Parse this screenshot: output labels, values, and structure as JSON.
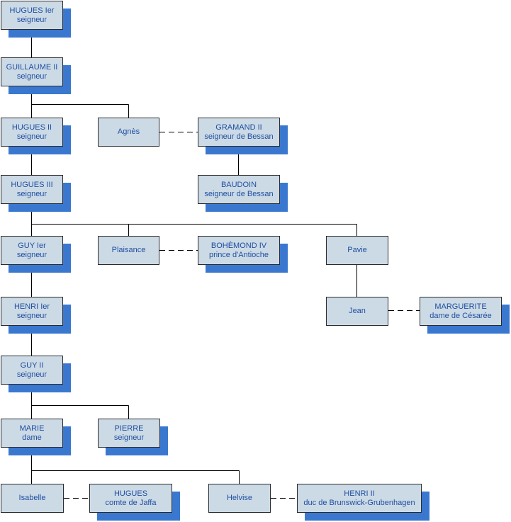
{
  "colors": {
    "box_fill": "#ccdae6",
    "box_border": "#2b2b2b",
    "text": "#1f4fa0",
    "shadow": "#3a78d0",
    "line": "#000000"
  },
  "persons": {
    "hugues_1": {
      "name": "HUGUES Ier",
      "title": "seigneur"
    },
    "guillaume_2": {
      "name": "GUILLAUME II",
      "title": "seigneur"
    },
    "hugues_2": {
      "name": "HUGUES II",
      "title": "seigneur"
    },
    "agnes": {
      "name": "Agnès",
      "title": ""
    },
    "gramand_2": {
      "name": "GRAMAND II",
      "title": "seigneur de Bessan"
    },
    "hugues_3": {
      "name": "HUGUES III",
      "title": "seigneur"
    },
    "baudoin": {
      "name": "BAUDOIN",
      "title": "seigneur de Bessan"
    },
    "guy_1": {
      "name": "GUY Ier",
      "title": "seigneur"
    },
    "plaisance": {
      "name": "Plaisance",
      "title": ""
    },
    "bohemond_4": {
      "name": "BOHÈMOND IV",
      "title": "prince d'Antioche"
    },
    "pavie": {
      "name": "Pavie",
      "title": ""
    },
    "henri_1": {
      "name": "HENRI Ier",
      "title": "seigneur"
    },
    "jean": {
      "name": "Jean",
      "title": ""
    },
    "marguerite": {
      "name": "MARGUERITE",
      "title": "dame de Césarée"
    },
    "guy_2": {
      "name": "GUY II",
      "title": "seigneur"
    },
    "marie": {
      "name": "MARIE",
      "title": "dame"
    },
    "pierre": {
      "name": "PIERRE",
      "title": "seigneur"
    },
    "isabelle": {
      "name": "Isabelle",
      "title": ""
    },
    "hugues_jaffa": {
      "name": "HUGUES",
      "title": "comte de Jaffa"
    },
    "helvise": {
      "name": "Helvise",
      "title": ""
    },
    "henri_2": {
      "name": "HENRI II",
      "title": "duc de Brunswick-Grubenhagen"
    }
  }
}
